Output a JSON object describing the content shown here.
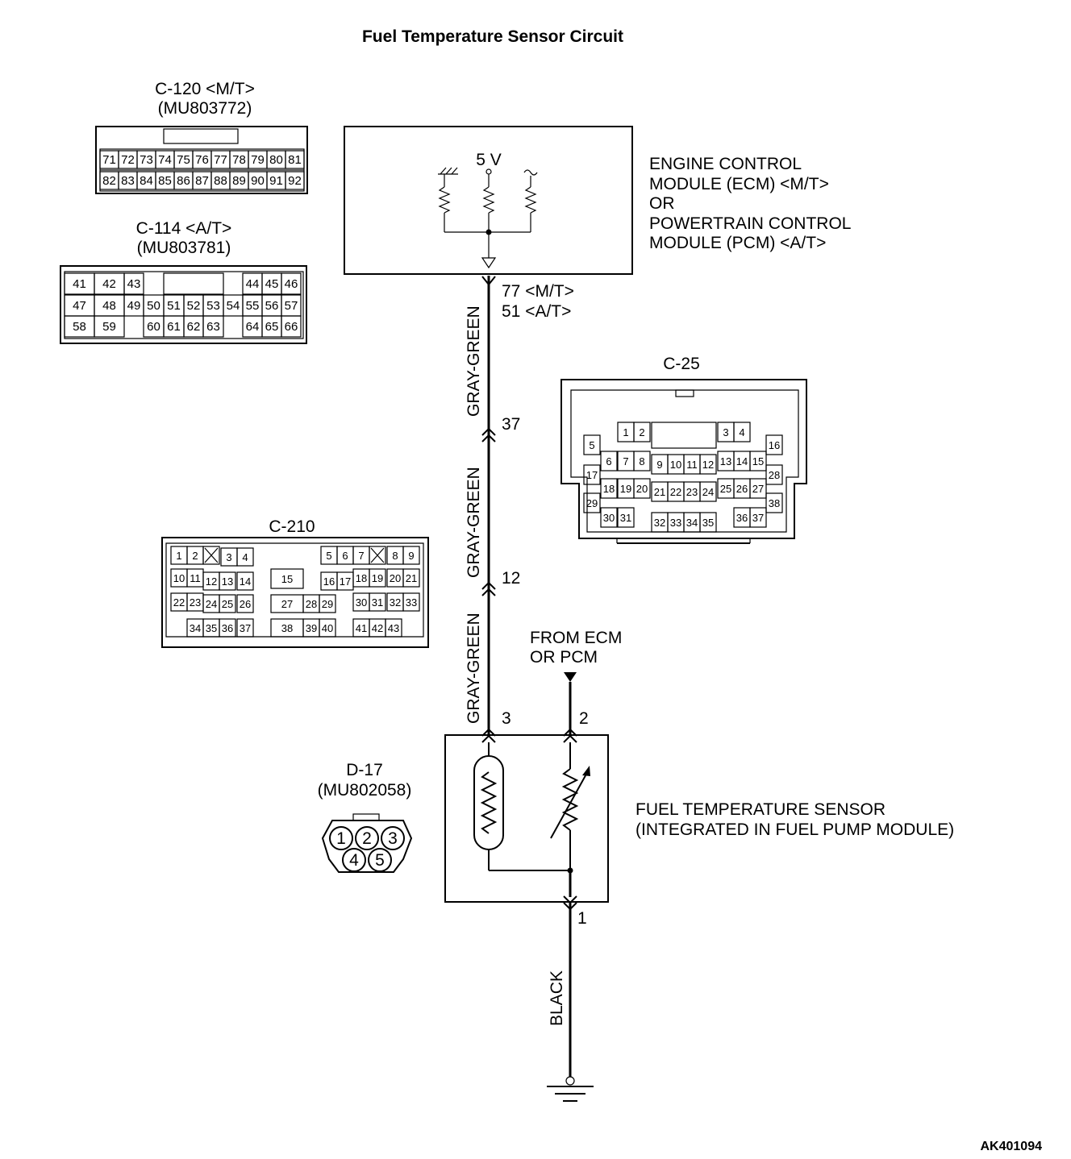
{
  "title": "Fuel Temperature Sensor Circuit",
  "reference": "AK401094",
  "ecm": {
    "voltage": "5 V",
    "label_lines": [
      "ENGINE CONTROL",
      "MODULE (ECM) <M/T>",
      "OR",
      "POWERTRAIN CONTROL",
      "MODULE (PCM) <A/T>"
    ],
    "pin_lines": [
      "77 <M/T>",
      "51 <A/T>"
    ]
  },
  "wires": {
    "gray_green": "GRAY-GREEN",
    "black": "BLACK"
  },
  "junctions": {
    "j37": "37",
    "j12": "12",
    "pin3": "3",
    "pin2": "2",
    "pin1": "1"
  },
  "from_ecm_lines": [
    "FROM ECM",
    "OR PCM"
  ],
  "sensor_label_lines": [
    "FUEL TEMPERATURE SENSOR",
    "(INTEGRATED IN FUEL PUMP MODULE)"
  ],
  "connectors": {
    "c120": {
      "name": "C-120 <M/T>",
      "part": "(MU803772)",
      "row1": [
        "71",
        "72",
        "73",
        "74",
        "75",
        "76",
        "77",
        "78",
        "79",
        "80",
        "81"
      ],
      "row2": [
        "82",
        "83",
        "84",
        "85",
        "86",
        "87",
        "88",
        "89",
        "90",
        "91",
        "92"
      ]
    },
    "c114": {
      "name": "C-114 <A/T>",
      "part": "(MU803781)",
      "row1": [
        "41",
        "42",
        "43",
        "44",
        "45",
        "46"
      ],
      "row2": [
        "47",
        "48",
        "49",
        "50",
        "51",
        "52",
        "53",
        "54",
        "55",
        "56",
        "57"
      ],
      "row3": [
        "58",
        "59",
        "60",
        "61",
        "62",
        "63",
        "64",
        "65",
        "66"
      ]
    },
    "c25": {
      "name": "C-25",
      "pins": [
        "1",
        "2",
        "3",
        "4",
        "5",
        "6",
        "7",
        "8",
        "9",
        "10",
        "11",
        "12",
        "13",
        "14",
        "15",
        "16",
        "17",
        "18",
        "19",
        "20",
        "21",
        "22",
        "23",
        "24",
        "25",
        "26",
        "27",
        "28",
        "29",
        "30",
        "31",
        "32",
        "33",
        "34",
        "35",
        "36",
        "37",
        "38"
      ]
    },
    "c210": {
      "name": "C-210",
      "pins": [
        "1",
        "2",
        "3",
        "4",
        "5",
        "6",
        "7",
        "8",
        "9",
        "10",
        "11",
        "12",
        "13",
        "14",
        "15",
        "16",
        "17",
        "18",
        "19",
        "20",
        "21",
        "22",
        "23",
        "24",
        "25",
        "26",
        "27",
        "28",
        "29",
        "30",
        "31",
        "32",
        "33",
        "34",
        "35",
        "36",
        "37",
        "38",
        "39",
        "40",
        "41",
        "42",
        "43"
      ]
    },
    "d17": {
      "name": "D-17",
      "part": "(MU802058)",
      "pins": [
        "1",
        "2",
        "3",
        "4",
        "5"
      ]
    }
  }
}
